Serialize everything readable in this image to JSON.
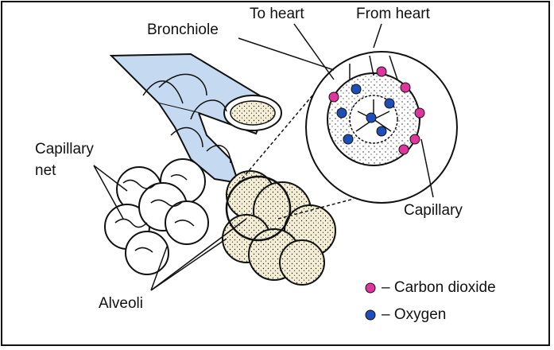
{
  "labels": {
    "to_heart": "To heart",
    "from_heart": "From heart",
    "bronchiole": "Bronchiole",
    "capillary_net_line1": "Capillary",
    "capillary_net_line2": "net",
    "capillary": "Capillary",
    "alveoli": "Alveoli"
  },
  "legend": {
    "carbon_dioxide": "– Carbon dioxide",
    "oxygen": "– Oxygen"
  },
  "colors": {
    "carbon_dioxide": "#e0359f",
    "oxygen": "#1e4fb8",
    "bronchiole_fill": "#c5daf0",
    "alveoli_fill": "#f3eed5"
  }
}
